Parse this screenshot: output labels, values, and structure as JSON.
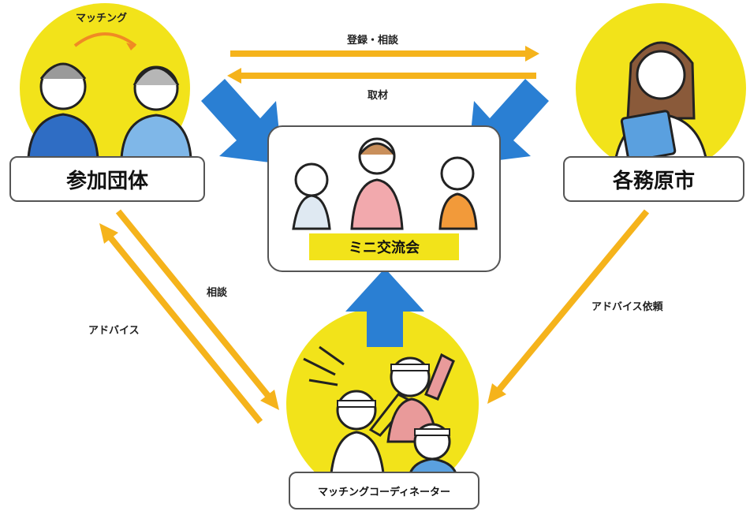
{
  "nodes": {
    "participants": "参加団体",
    "city": "各務原市",
    "mini_event": "ミニ交流会",
    "coordinator": "マッチングコーディネーター"
  },
  "edges": {
    "matching": "マッチング",
    "register_consult": "登録・相談",
    "interview": "取材",
    "consult": "相談",
    "advice": "アドバイス",
    "advice_request": "アドバイス依頼"
  },
  "colors": {
    "yellow": "#f2e31a",
    "orange_arrow": "#f5b31b",
    "blue_arrow": "#2a7fd3",
    "box_border": "#555555"
  }
}
